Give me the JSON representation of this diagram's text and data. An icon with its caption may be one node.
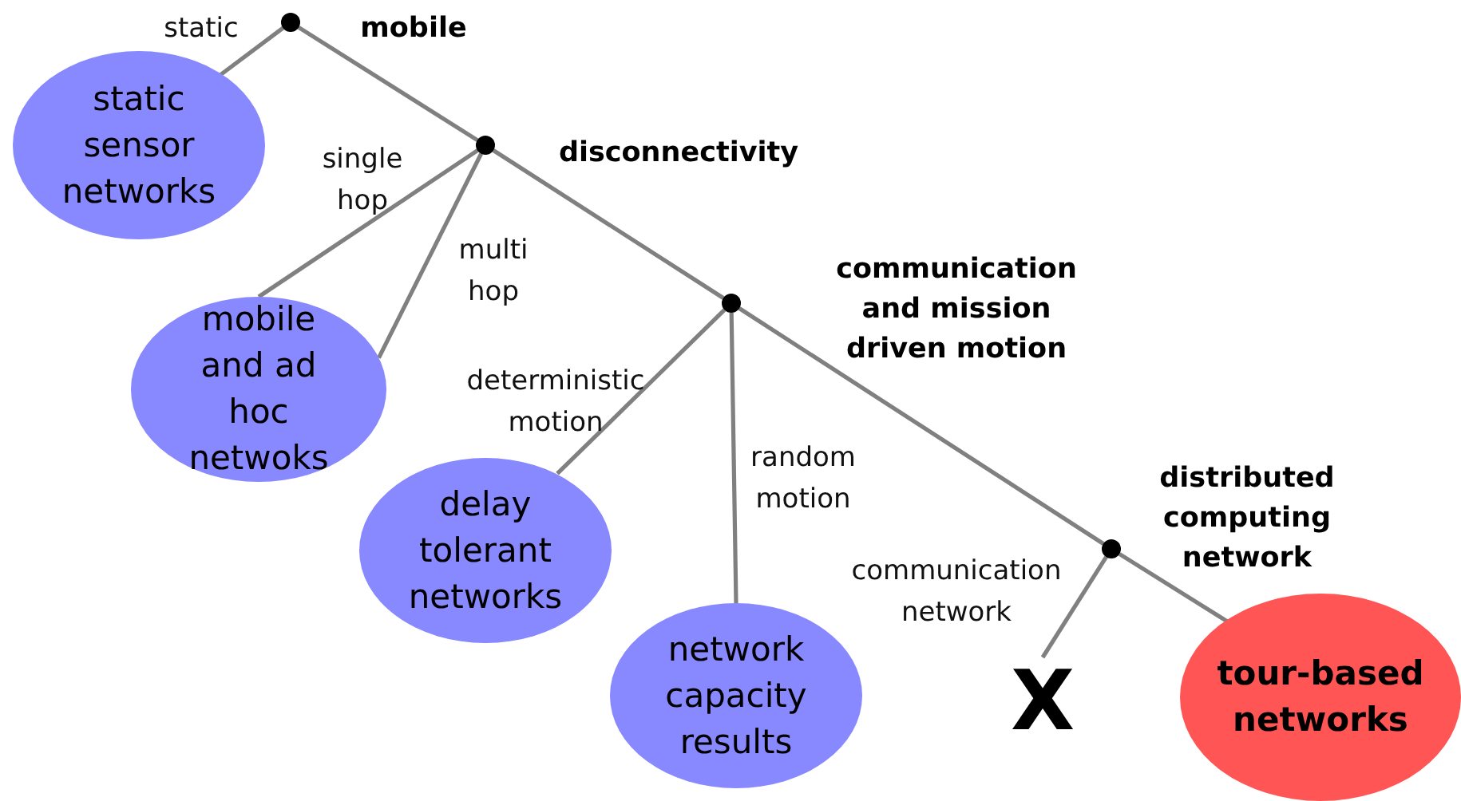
{
  "diagram": {
    "nodes": [
      {
        "text": [],
        "shape": "circle",
        "beside": [
          "mobile"
        ]
      },
      {
        "text": [
          "static sensor networks"
        ]
      },
      {
        "text": [],
        "shape": "circle",
        "beside": [
          "disconnectivity"
        ]
      },
      {
        "text": [
          "mobile and ad hoc netwoks"
        ]
      },
      {
        "text": [],
        "shape": "circle",
        "beside": [
          "communication and mission driven motion"
        ]
      },
      {
        "text": [
          "delay tolerant networks"
        ]
      },
      {
        "text": [
          "network capacity results"
        ]
      },
      {
        "text": [],
        "shape": "circle",
        "beside": [
          "distributed computing network"
        ]
      },
      {
        "text": [
          "X"
        ]
      },
      {
        "text": [
          "tour-based networks"
        ]
      }
    ],
    "edges": [
      {
        "from": 0,
        "to": 1,
        "arrow": "none",
        "label": "static"
      },
      {
        "from": 0,
        "to": 2,
        "arrow": "none"
      },
      {
        "from": 2,
        "to": 3,
        "arrow": "none",
        "label": "single hop"
      },
      {
        "from": 2,
        "to": 3,
        "arrow": "none",
        "label": "multi hop"
      },
      {
        "from": 2,
        "to": 4,
        "arrow": "none"
      },
      {
        "from": 4,
        "to": 5,
        "arrow": "none",
        "label": "deterministic motion"
      },
      {
        "from": 4,
        "to": 6,
        "arrow": "none",
        "label": "random motion"
      },
      {
        "from": 4,
        "to": 7,
        "arrow": "none"
      },
      {
        "from": 7,
        "to": 8,
        "arrow": "none",
        "label": "communication network"
      },
      {
        "from": 7,
        "to": 9,
        "arrow": "none"
      }
    ]
  }
}
